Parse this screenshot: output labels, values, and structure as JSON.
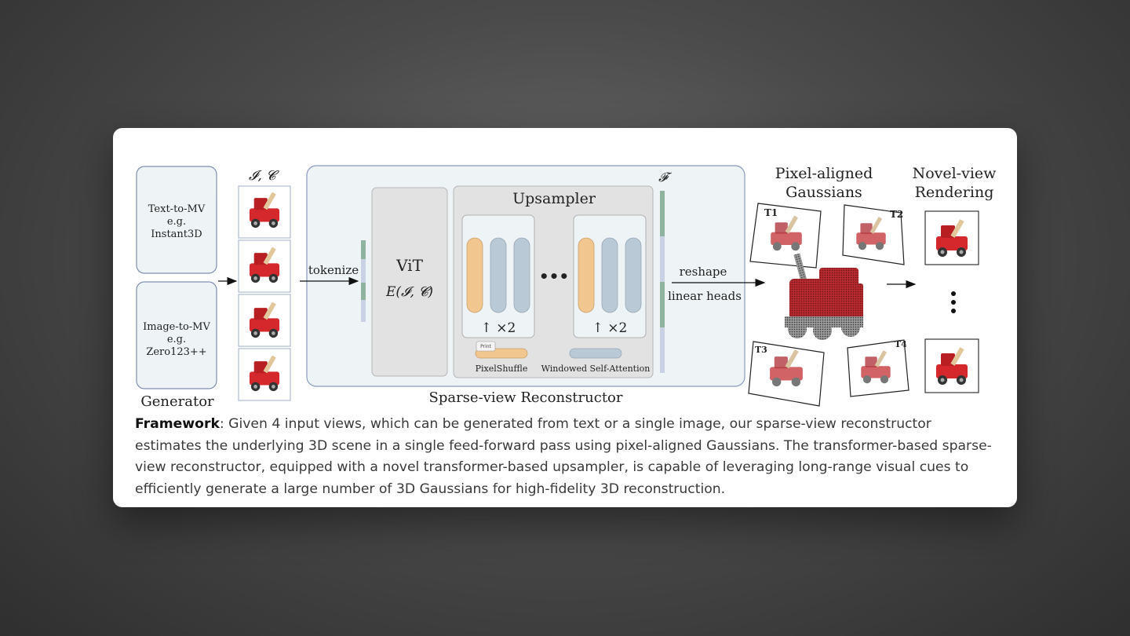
{
  "figure": {
    "generator": {
      "title": "Generator",
      "text_to_mv": [
        "Text-to-MV",
        "e.g.",
        "Instant3D"
      ],
      "image_to_mv": [
        "Image-to-MV",
        "e.g.",
        "Zero123++"
      ]
    },
    "inputs_label": "𝓘, 𝓒",
    "tokenize": "tokenize",
    "vit": {
      "title": "ViT",
      "formula": "E(𝓘, 𝓒)"
    },
    "upsampler": {
      "title": "Upsampler",
      "repeat": "↑ ×2",
      "ellipsis": "•••",
      "legend_pixelshuffle": "PixelShuffle",
      "legend_attention": "Windowed Self-Attention",
      "print_tag": "Print"
    },
    "features_label": "𝓕",
    "reconstructor_title": "Sparse-view Reconstructor",
    "reshape": "reshape",
    "linear_heads": "linear heads",
    "gaussians_title": [
      "Pixel-aligned",
      "Gaussians"
    ],
    "rendering_title": [
      "Novel-view",
      "Rendering"
    ],
    "t_labels": [
      "T1",
      "T2",
      "T3",
      "T4"
    ],
    "colors": {
      "orange": "#f2c68f",
      "blue_gray": "#b9c9d6",
      "panel_bg": "#eef3f6",
      "box_gray": "#e2e2e2",
      "toy_red": "#d4282c"
    }
  },
  "caption": {
    "bold": "Framework",
    "text": ": Given 4 input views, which can be generated from text or a single image, our sparse-view reconstructor estimates the underlying 3D scene in a single feed-forward pass using pixel-aligned Gaussians. The transformer-based sparse-view reconstructor, equipped with a novel transformer-based upsampler, is capable of leveraging long-range visual cues to efficiently generate a large number of 3D Gaussians for high-fidelity 3D reconstruction."
  }
}
